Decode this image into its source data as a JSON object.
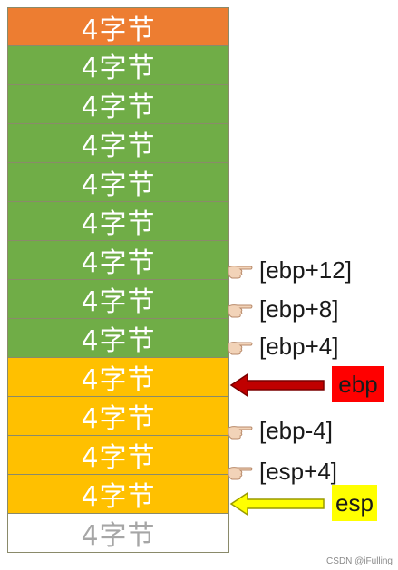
{
  "stack": {
    "cells": [
      {
        "label": "4字节",
        "color": "#ed7d31"
      },
      {
        "label": "4字节",
        "color": "#70ad47"
      },
      {
        "label": "4字节",
        "color": "#70ad47"
      },
      {
        "label": "4字节",
        "color": "#70ad47"
      },
      {
        "label": "4字节",
        "color": "#70ad47"
      },
      {
        "label": "4字节",
        "color": "#70ad47"
      },
      {
        "label": "4字节",
        "color": "#70ad47"
      },
      {
        "label": "4字节",
        "color": "#70ad47"
      },
      {
        "label": "4字节",
        "color": "#70ad47"
      },
      {
        "label": "4字节",
        "color": "#ffc000"
      },
      {
        "label": "4字节",
        "color": "#ffc000"
      },
      {
        "label": "4字节",
        "color": "#ffc000"
      },
      {
        "label": "4字节",
        "color": "#ffc000"
      },
      {
        "label": "4字节",
        "color": "#ffffff"
      }
    ]
  },
  "pointers": {
    "ebp_plus_12": "[ebp+12]",
    "ebp_plus_8": "[ebp+8]",
    "ebp_plus_4": "[ebp+4]",
    "ebp_minus_4": "[ebp-4]",
    "esp_plus_4": "[esp+4]"
  },
  "registers": {
    "ebp": {
      "label": "ebp",
      "color": "#ff0000",
      "arrow_color": "#c00000"
    },
    "esp": {
      "label": "esp",
      "color": "#ffff00",
      "arrow_color": "#ffff00"
    }
  },
  "watermark": "CSDN @iFulling"
}
